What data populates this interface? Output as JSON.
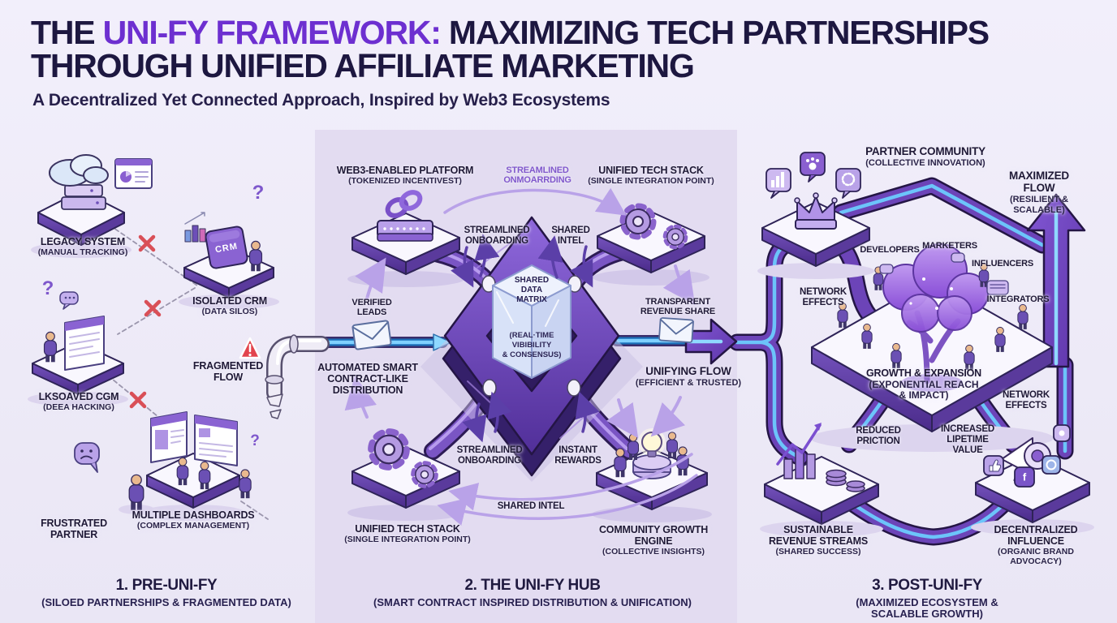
{
  "header": {
    "title_prefix": "THE ",
    "title_highlight": "UNI-FY FRAMEWORK:",
    "title_rest": " MAXIMIZING TECH PARTNERSHIPS THROUGH UNIFIED AFFILIATE MARKETING",
    "subtitle": "A Decentralized Yet Connected Approach, Inspired by Web3 Ecosystems"
  },
  "colors": {
    "background": "#edeaf7",
    "mid_band": "#e3dcf1",
    "title_navy": "#1d1740",
    "title_purple": "#6d2fd0",
    "pipe_purple": "#6c44b8",
    "beam_blue": "#6cc4fa",
    "alert_red": "#d94f57"
  },
  "icons": {
    "question_mark": "?",
    "facebook_f": "f"
  },
  "p1": {
    "legacy": {
      "t": "LEGACY SYSTEM",
      "s": "(MANUAL TRACKING)"
    },
    "crm": {
      "t": "ISOLATED CRM",
      "s": "(DATA SILOS)",
      "cube": "CRM"
    },
    "crm2": {
      "t": "LKSOAVED CGM",
      "s": "(DEEA HACKING)"
    },
    "frag": {
      "t": "FRAGMENTED\nFLOW"
    },
    "dash": {
      "t": "MULTIPLE DASHBOARDS",
      "s": "(COMPLEX MANAGEMENT)"
    },
    "partner": {
      "t": "FRUSTRATED\nPARTNER"
    },
    "caption": {
      "t": "1. PRE-UNI-FY",
      "s": "(SILOED PARTNERSHIPS & FRAGMENTED DATA)"
    }
  },
  "p2": {
    "web3": {
      "t": "WEB3-ENABLED PLATFORM",
      "s": "(TOKENIZED INCENTIVEST)"
    },
    "onmo": {
      "t": "STREAMLINED\nONMOARRDING"
    },
    "stack_top": {
      "t": "UNIFIED TECH STACK",
      "s": "(SINGLE INTEGRATION POINT)"
    },
    "onb_top": {
      "t": "STREAMLINED\nONBOARDING"
    },
    "intel_top": {
      "t": "SHARED\nINTEL"
    },
    "verified": {
      "t": "VERIFIED\nLEADS"
    },
    "matrix": {
      "t": "SHARED\nDATA\nMATRIX",
      "s": "(REAL·TIME\nVIBIBILITY\n& CONSENSUS)"
    },
    "trans": {
      "t": "TRANSPARENT\nREVENUE SHARE"
    },
    "auto": {
      "t": "AUTOMATED SMART\nCONTRACT-LIKE\nDISTRIBUTION"
    },
    "unifying": {
      "t": "UNIFYING FLOW",
      "s": "(EFFICIENT & TRUSTED)"
    },
    "onb_bot": {
      "t": "STREAMLINED\nONBOARDING"
    },
    "rewards": {
      "t": "INSTANT\nREWARDS"
    },
    "intel_bot": {
      "t": "SHARED INTEL"
    },
    "stack_bot": {
      "t": "UNIFIED TECH STACK",
      "s": "(SINGLE INTEGRATION POINT)"
    },
    "community": {
      "t": "COMMUNITY GROWTH\nENGINE",
      "s": "(COLLECTIVE INSIGHTS)"
    },
    "caption": {
      "t": "2. THE UNI-FY HUB",
      "s": "(SMART CONTRACT INSPIRED DISTRIBUTION & UNIFICATION)"
    }
  },
  "p3": {
    "partner_comm": {
      "t": "PARTNER COMMUNITY",
      "s": "(COLLECTIVE INNOVATION)"
    },
    "max_flow": {
      "t": "MAXIMIZED FLOW",
      "s": "(RESILIENT & SCALABLE)"
    },
    "net_left": {
      "t": "NETWORK\nEFFECTS"
    },
    "net_right": {
      "t": "NETWORK\nEFFECTS"
    },
    "developers": "DEVELOPERS",
    "marketers": "MARKETERS",
    "influencers": "INFLUENCERS",
    "integrators": "INTEGRATORS",
    "growth": {
      "t": "GROWTH & EXPANSION",
      "s": "(EXPONENTIAL REACH\n& IMPACT)"
    },
    "friction": {
      "t": "REDUCED\nPRICTION"
    },
    "ltv": {
      "t": "INCREASED\nLIPETIME\nVALUE"
    },
    "revenue": {
      "t": "SUSTAINABLE\nREVENUE STREAMS",
      "s": "(SHARED SUCCESS)"
    },
    "influence": {
      "t": "DECENTRALIZED\nINFLUENCE",
      "s": "(ORGANIC BRAND ADVOCACY)"
    },
    "caption": {
      "t": "3. POST-UNI-FY",
      "s": "(MAXIMIZED ECOSYSTEM & SCALABLE GROWTH)"
    }
  }
}
